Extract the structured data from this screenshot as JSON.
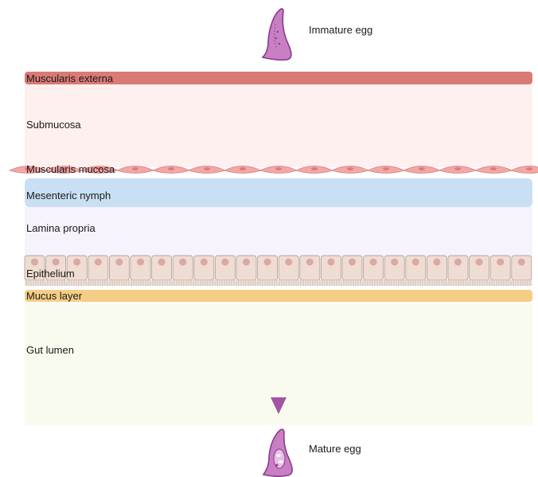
{
  "eggs": {
    "top_label": "Immature egg",
    "bottom_label": "Mature egg"
  },
  "layers": {
    "muscularis_externa": "Muscularis externa",
    "submucosa": "Submucosa",
    "muscularis_mucosa": "Muscularis mucosa",
    "mesenteric_nymph": "Mesenteric nymph",
    "lamina_propria": "Lamina propria",
    "epithelium": "Epithelium",
    "mucus_layer": "Mucus layer",
    "gut_lumen": "Gut lumen"
  },
  "colors": {
    "muscularis_externa": "#d97a76",
    "submucosa": "#fdf0ef",
    "muscle_cell": "#f2a8a6",
    "mesenteric_nymph": "#c9dff3",
    "lamina_propria": "#f6f3fd",
    "epithelium": "#efdcd2",
    "nucleus": "#dba9a0",
    "mucus_layer": "#f5cd85",
    "gut_lumen": "#fafbef",
    "arrow": "#a454a4",
    "egg_fill": "#c87fc3",
    "egg_outline": "#8b3a8b"
  },
  "icons": [
    "immature-egg-icon",
    "mature-egg-icon",
    "migration-arrow-icon"
  ]
}
